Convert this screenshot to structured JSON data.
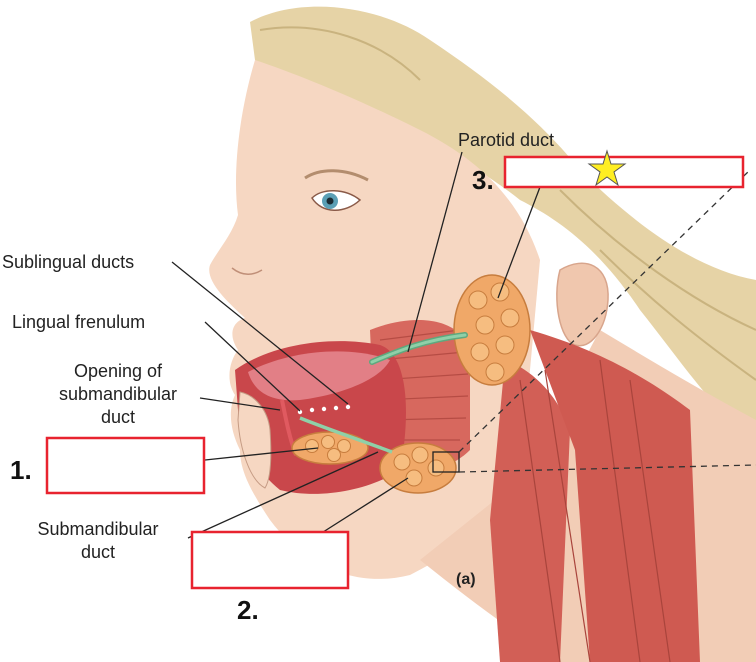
{
  "labels": {
    "parotid_duct": "Parotid duct",
    "sublingual_ducts": "Sublingual ducts",
    "lingual_frenulum": "Lingual frenulum",
    "opening_line1": "Opening of",
    "opening_line2": "submandibular",
    "opening_line3": "duct",
    "submandibular_line1": "Submandibular",
    "submandibular_line2": "duct",
    "panel": "(a)"
  },
  "answer_boxes": [
    {
      "number": "1."
    },
    {
      "number": "2."
    },
    {
      "number": "3."
    }
  ],
  "colors": {
    "box_border": "#e8232f",
    "star_fill": "#ffee22",
    "skin": "#f6d7c2",
    "hair": "#e6d3a6",
    "muscle": "#d7685e",
    "gland": "#f0a868",
    "duct": "#8fd0a8"
  }
}
